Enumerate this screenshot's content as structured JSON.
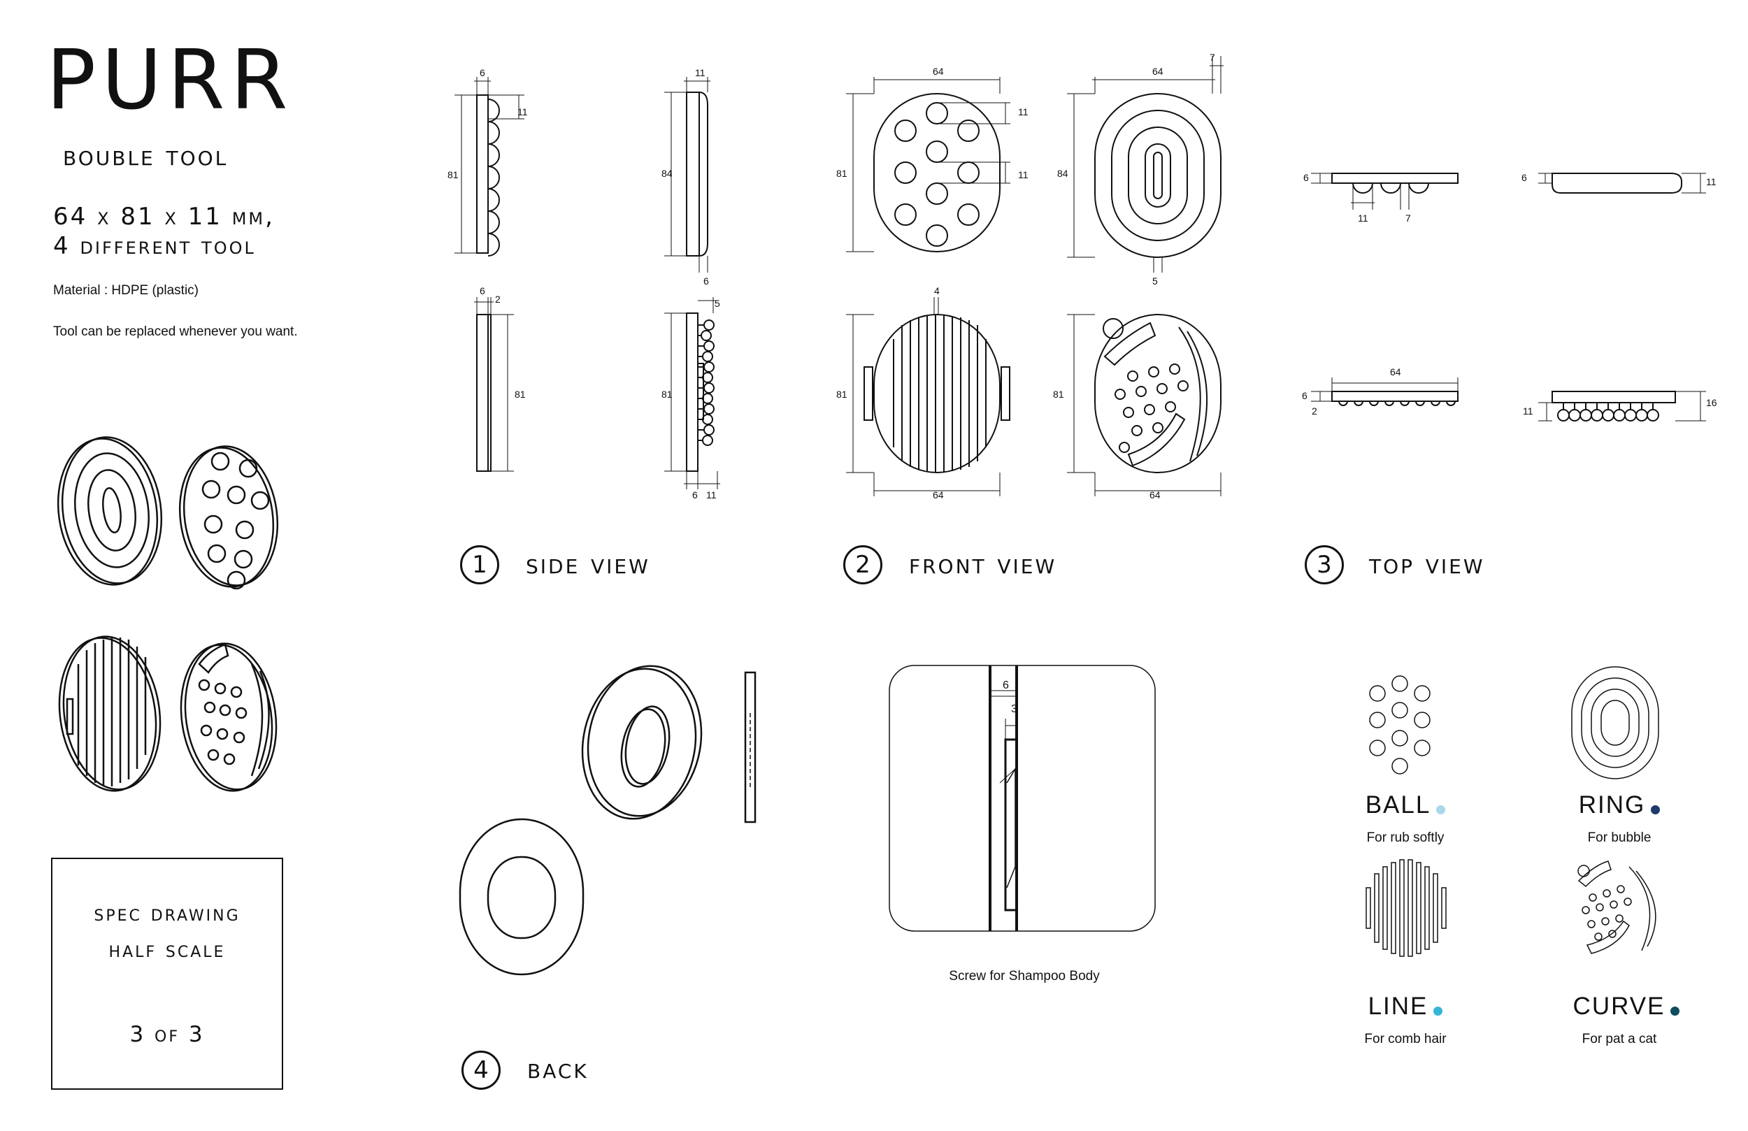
{
  "header": {
    "logo": "PURR",
    "subtitle": "bouble tool",
    "dimensions_line1": "64 x 81 x 11 mm,",
    "dimensions_line2": "4 different tool",
    "material": "Material : HDPE (plastic)",
    "replace_note": "Tool can be replaced whenever you want."
  },
  "spec_box": {
    "line1": "spec drawing",
    "line2": "half scale",
    "page": "3 of 3"
  },
  "sections": [
    {
      "number": "1",
      "title": "side view"
    },
    {
      "number": "2",
      "title": "front view"
    },
    {
      "number": "3",
      "title": "top view"
    },
    {
      "number": "4",
      "title": "back"
    }
  ],
  "dimensions": {
    "side_a": {
      "top": "6",
      "right": "11",
      "height": "81"
    },
    "side_b": {
      "top": "11",
      "height": "84",
      "bottom": "6"
    },
    "side_c": {
      "top": "6",
      "top2": "2",
      "height": "81"
    },
    "side_d": {
      "top": "5",
      "height": "81",
      "bottom1": "6",
      "bottom2": "11"
    },
    "front_ball": {
      "width": "64",
      "height": "81",
      "d1": "11",
      "d2": "11"
    },
    "front_ring": {
      "width": "64",
      "height": "84",
      "top": "7",
      "bottom": "5"
    },
    "front_line": {
      "top": "4",
      "height": "81",
      "width": "64"
    },
    "front_curve": {
      "height": "81",
      "width": "64"
    },
    "top_ball": {
      "left": "6",
      "d1": "11",
      "d2": "7"
    },
    "top_ring": {
      "left": "6",
      "right": "11"
    },
    "top_line": {
      "width": "64",
      "left": "6",
      "left2": "2"
    },
    "top_curve": {
      "left": "11",
      "right": "16"
    },
    "screw": {
      "d1": "6",
      "d2": "3"
    }
  },
  "screw_caption": "Screw for Shampoo Body",
  "tools": [
    {
      "name": "BALL",
      "desc": "For rub softly",
      "color": "#a9d8ea"
    },
    {
      "name": "RING",
      "desc": "For bubble",
      "color": "#1d3a6b"
    },
    {
      "name": "LINE",
      "desc": "For comb hair",
      "color": "#35b6d8"
    },
    {
      "name": "CURVE",
      "desc": "For pat a cat",
      "color": "#0f4c5c"
    }
  ]
}
